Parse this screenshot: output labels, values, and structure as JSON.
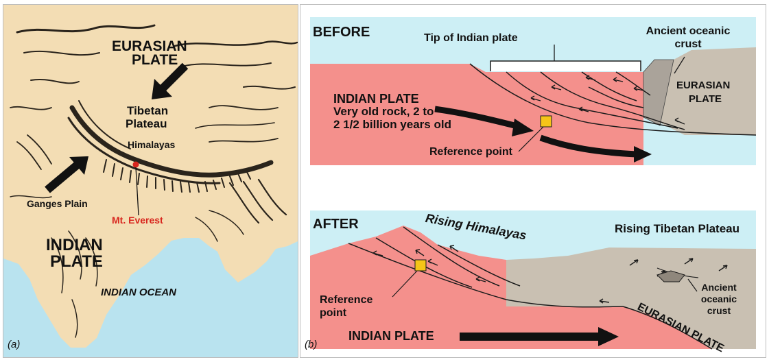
{
  "panel_a": {
    "caption": "(a)",
    "labels": {
      "eurasian_plate_line1": "EURASIAN",
      "eurasian_plate_line2": "PLATE",
      "tibetan_plateau_line1": "Tibetan",
      "tibetan_plateau_line2": "Plateau",
      "himalayas": "Himalayas",
      "ganges_plain": "Ganges Plain",
      "mt_everest": "Mt. Everest",
      "indian_plate_line1": "INDIAN",
      "indian_plate_line2": "PLATE",
      "indian_ocean": "INDIAN OCEAN"
    },
    "colors": {
      "land": "#f3ddb4",
      "ocean": "#b9e3ef",
      "everest": "#d8261e"
    }
  },
  "panel_b": {
    "caption": "(b)",
    "before": {
      "heading": "BEFORE",
      "tip_label": "Tip of Indian plate",
      "oceanic_crust_line1": "Ancient oceanic",
      "oceanic_crust_line2": "crust",
      "eurasian_line1": "EURASIAN",
      "eurasian_line2": "PLATE",
      "indian_plate": "INDIAN PLATE",
      "rock_line1": "Very old rock, 2 to",
      "rock_line2": "2 1/2 billion years old",
      "reference_point": "Reference point"
    },
    "after": {
      "heading": "AFTER",
      "rising_himalayas": "Rising Himalayas",
      "rising_tibetan": "Rising Tibetan Plateau",
      "oceanic_line1": "Ancient",
      "oceanic_line2": "oceanic",
      "oceanic_line3": "crust",
      "reference_line1": "Reference",
      "reference_line2": "point",
      "eurasian_plate": "EURASIAN PLATE",
      "indian_plate": "INDIAN PLATE"
    },
    "colors": {
      "sky": "#cdeff5",
      "indian_plate": "#f4908c",
      "eurasian_plate": "#c9c0b2",
      "reference_marker": "#f5c518"
    }
  }
}
